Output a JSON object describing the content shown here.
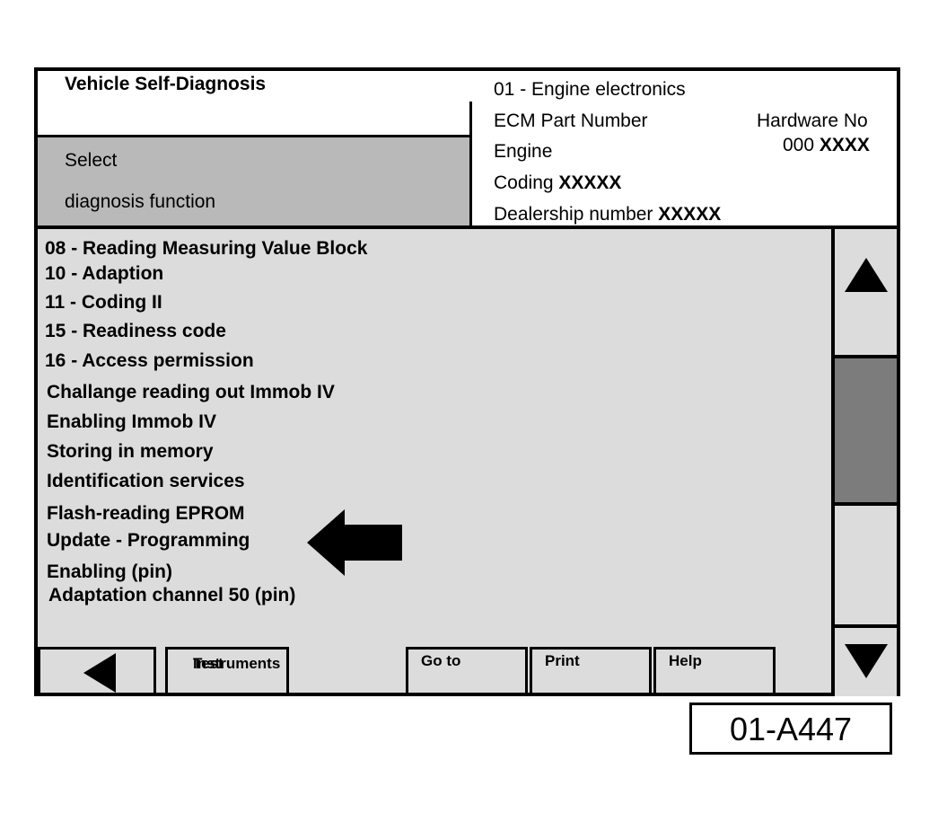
{
  "header": {
    "title": "Vehicle Self-Diagnosis",
    "prompt_line1": "Select",
    "prompt_line2": "diagnosis function"
  },
  "ecu_info": {
    "system": "01 - Engine electronics",
    "part_number_label": "ECM Part Number",
    "hardware_label": "Hardware No",
    "hardware_value": "000 XXXX",
    "engine_label": "Engine",
    "coding_label": "Coding",
    "coding_value": "XXXXX",
    "dealership_label": "Dealership number",
    "dealership_value": "XXXXX"
  },
  "functions": [
    "08 - Reading Measuring Value Block",
    "10 - Adaption",
    "11 - Coding II",
    "15 - Readiness code",
    "16 - Access permission",
    "Challange reading out Immob IV",
    "Enabling Immob IV",
    "Storing in memory",
    "Identification services",
    "Flash-reading EPROM",
    "Update - Programming",
    "Enabling (pin)",
    "Adaptation channel 50 (pin)"
  ],
  "buttons": {
    "test_instruments_line1": "Test",
    "test_instruments_line2": "Instruments",
    "goto": "Go to",
    "print": "Print",
    "help": "Help"
  },
  "icons": {
    "back": "left-triangle-icon",
    "scroll_up": "up-triangle-icon",
    "scroll_down": "down-triangle-icon",
    "pointer": "left-arrow-icon"
  },
  "reference_label": "01-A447"
}
